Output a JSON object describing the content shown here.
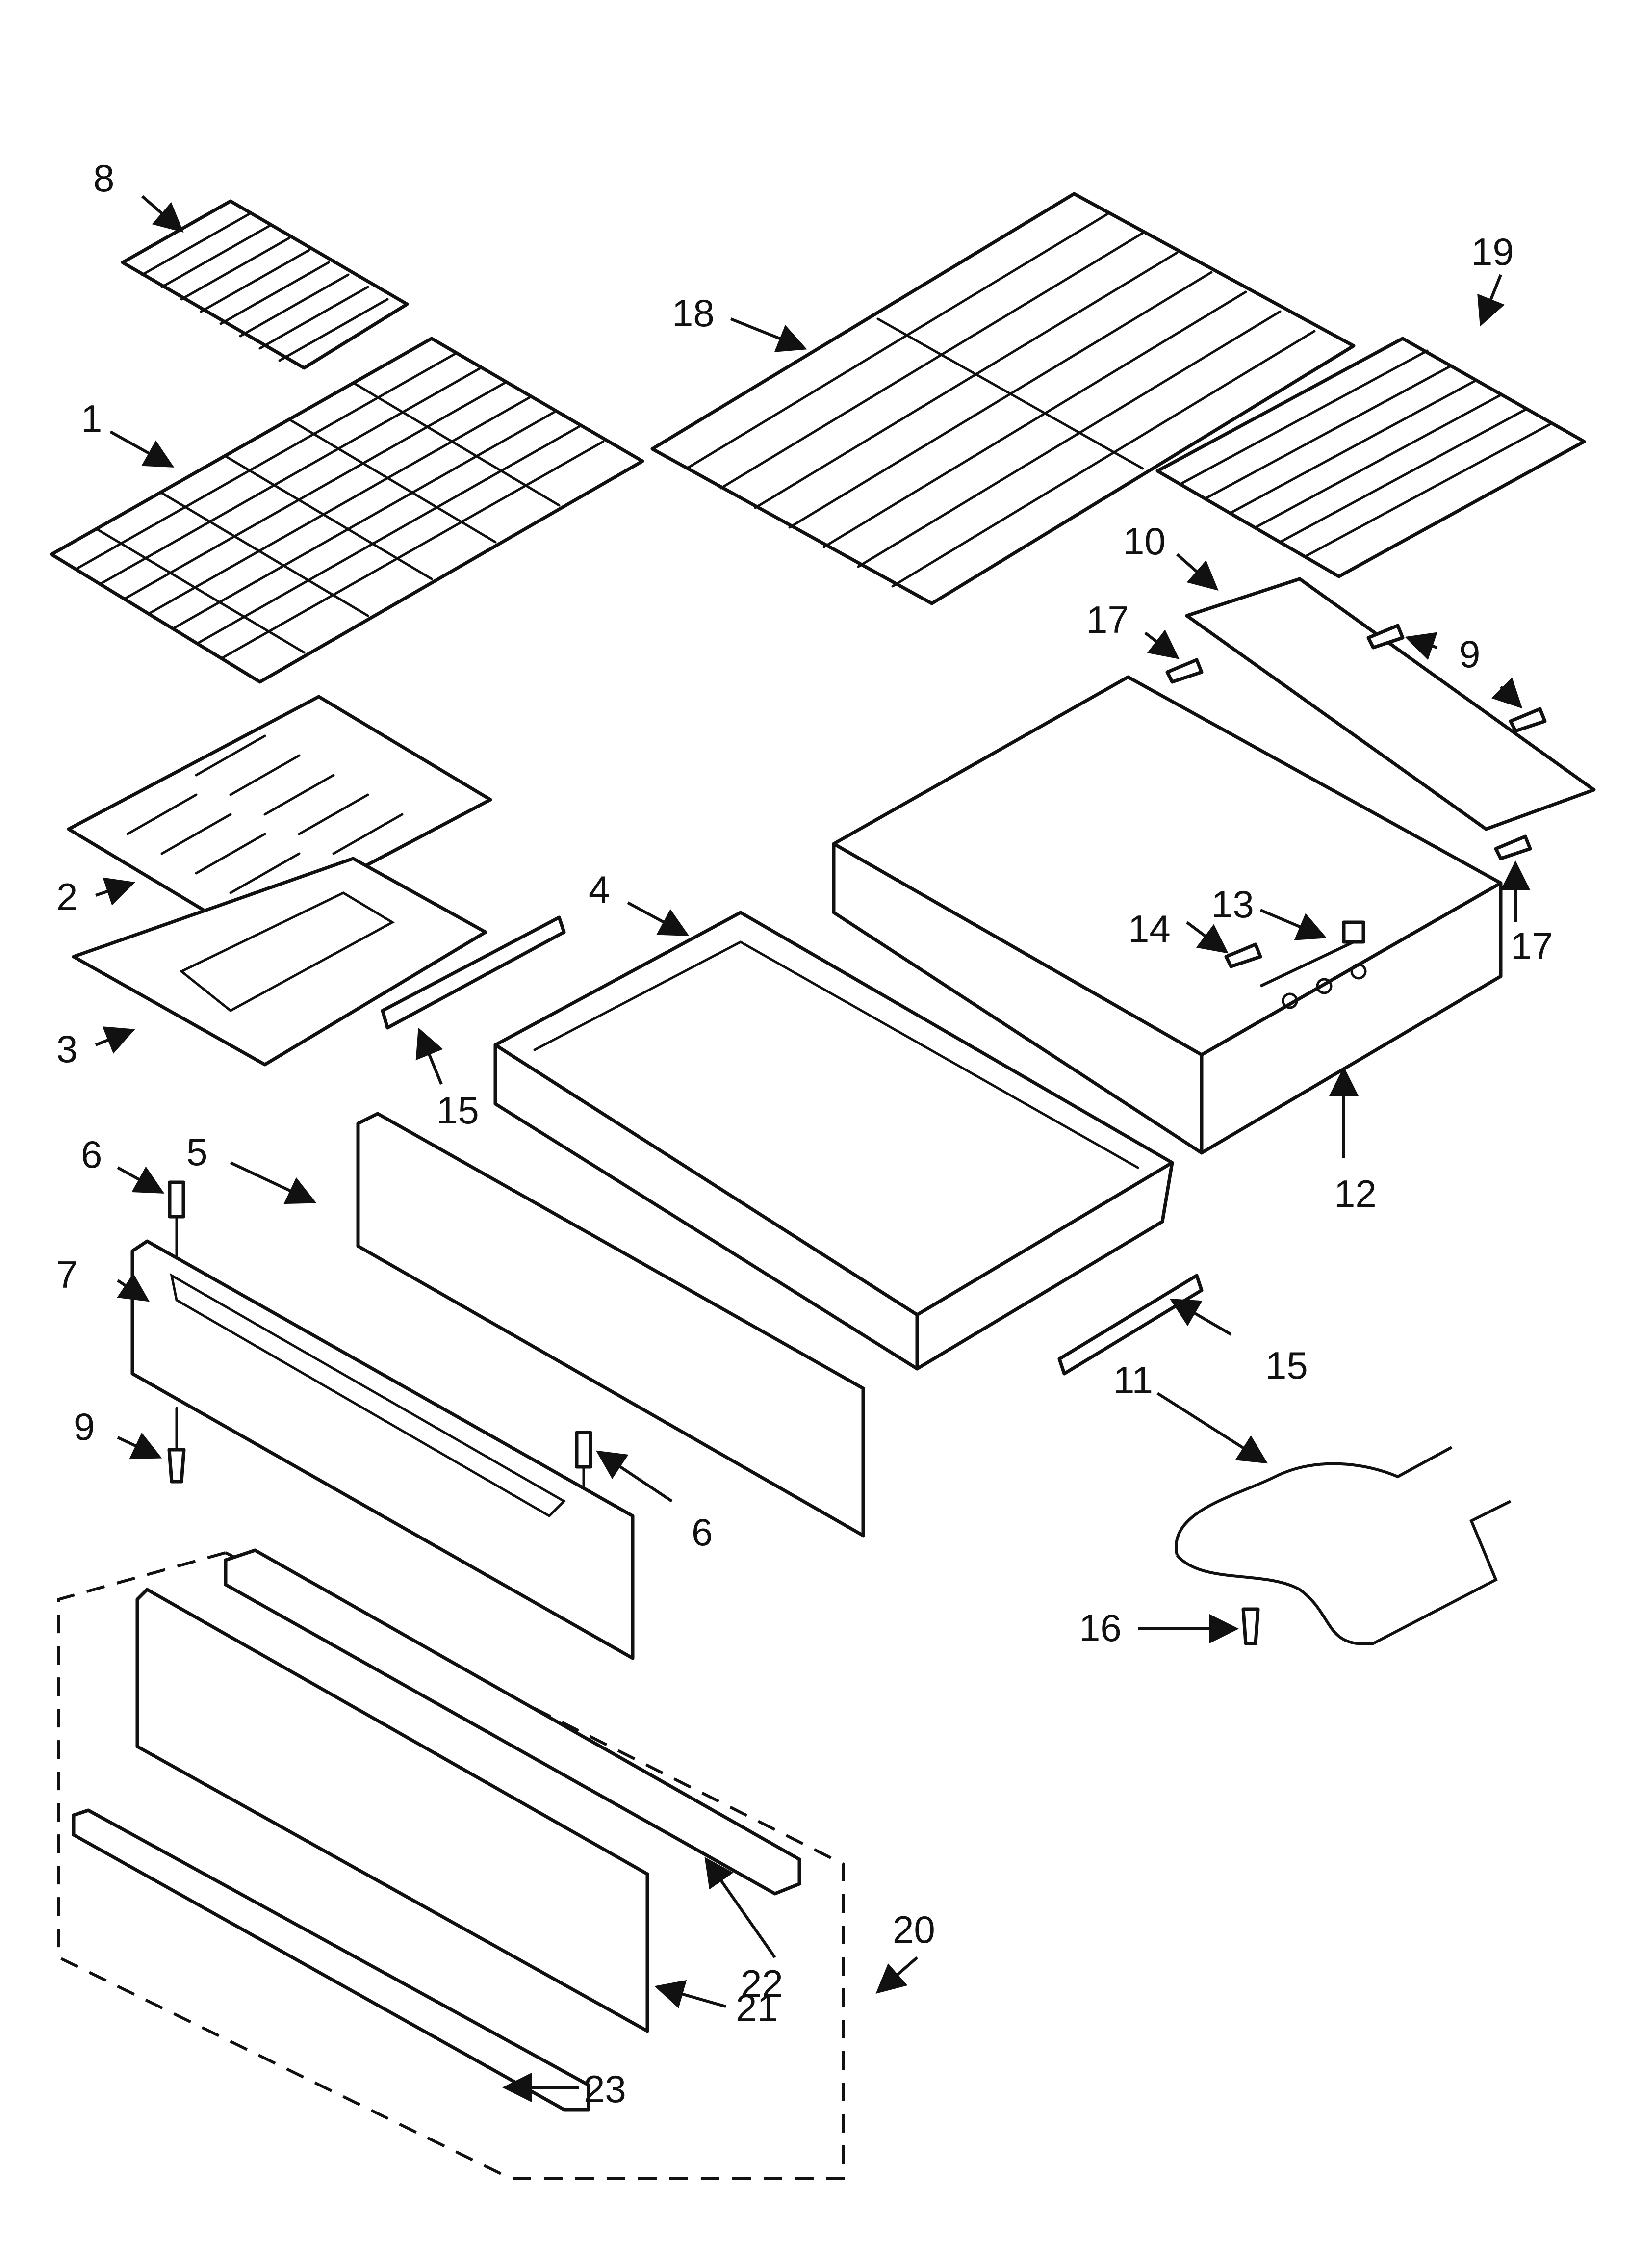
{
  "callouts": [
    {
      "id": "1",
      "label": "1"
    },
    {
      "id": "2",
      "label": "2"
    },
    {
      "id": "3",
      "label": "3"
    },
    {
      "id": "4",
      "label": "4"
    },
    {
      "id": "5",
      "label": "5"
    },
    {
      "id": "6a",
      "label": "6"
    },
    {
      "id": "6b",
      "label": "6"
    },
    {
      "id": "7",
      "label": "7"
    },
    {
      "id": "8",
      "label": "8"
    },
    {
      "id": "9a",
      "label": "9"
    },
    {
      "id": "9b",
      "label": "9"
    },
    {
      "id": "10",
      "label": "10"
    },
    {
      "id": "11",
      "label": "11"
    },
    {
      "id": "12",
      "label": "12"
    },
    {
      "id": "13",
      "label": "13"
    },
    {
      "id": "14",
      "label": "14"
    },
    {
      "id": "15a",
      "label": "15"
    },
    {
      "id": "15b",
      "label": "15"
    },
    {
      "id": "16",
      "label": "16"
    },
    {
      "id": "17a",
      "label": "17"
    },
    {
      "id": "17b",
      "label": "17"
    },
    {
      "id": "18",
      "label": "18"
    },
    {
      "id": "19",
      "label": "19"
    },
    {
      "id": "20",
      "label": "20"
    },
    {
      "id": "21",
      "label": "21"
    },
    {
      "id": "22",
      "label": "22"
    },
    {
      "id": "23",
      "label": "23"
    }
  ],
  "colors": {
    "line": "#111111",
    "background": "#ffffff"
  }
}
